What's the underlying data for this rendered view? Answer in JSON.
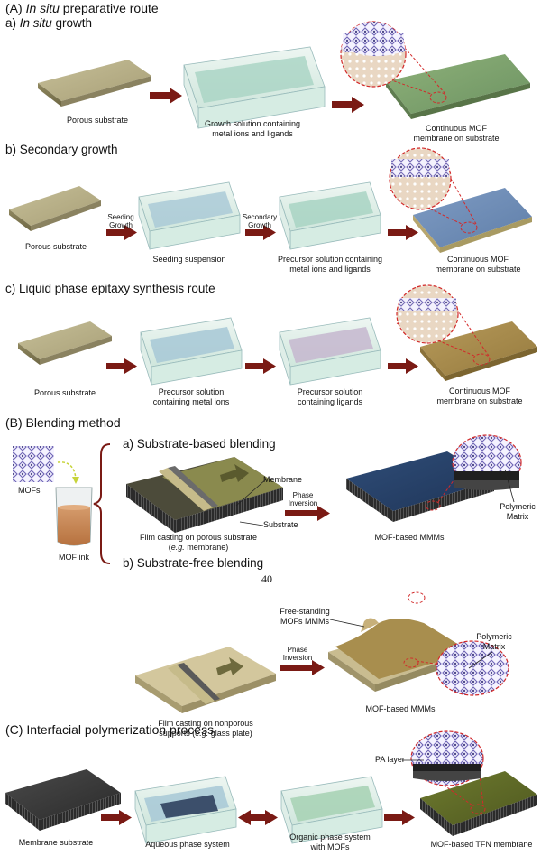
{
  "sectionA": {
    "title_prefix": "(A) ",
    "title_italic": "In situ",
    "title_rest": " preparative route",
    "a": {
      "title_prefix": "a) ",
      "title_italic": "In situ",
      "title_rest": " growth",
      "labels": [
        "Porous substrate",
        "Growth solution containing",
        "metal ions and ligands",
        "Continuous MOF",
        "membrane on substrate"
      ]
    },
    "b": {
      "title": "b) Secondary growth",
      "labels": [
        "Porous substrate",
        "Seeding suspension",
        "Precursor solution containing",
        "metal ions and ligands",
        "Continuous MOF",
        "membrane on substrate"
      ],
      "arrow1_l1": "Seeding",
      "arrow1_l2": "Growth",
      "arrow2_l1": "Secondary",
      "arrow2_l2": "Growth"
    },
    "c": {
      "title": "c) Liquid phase epitaxy synthesis route",
      "labels": [
        "Porous substrate",
        "Precursor solution",
        "containing metal ions",
        "Precursor solution",
        "containing ligands",
        "Continuous MOF",
        "membrane on substrate"
      ]
    }
  },
  "sectionB": {
    "title": "(B) Blending method",
    "mofs": "MOFs",
    "mof_ink": "MOF ink",
    "a_title": "a) Substrate-based blending",
    "b_title": "b) Substrate-free blending",
    "membrane": "Membrane",
    "substrate": "Substrate",
    "phase": "Phase",
    "inversion": "Inversion",
    "film1_l1": "Film casting on porous substrate",
    "film1_l2_open": "(",
    "film1_l2_italic": "e.g.",
    "film1_l2_rest": " membrane)",
    "mmm1": "MOF-based MMMs",
    "polymeric": "Polymeric",
    "matrix": "Matrix",
    "page_number": "40",
    "free_l1": "Free-standing",
    "free_l2": "MOFs MMMs",
    "film2_l1": "Film casting on nonporous",
    "film2_l2_open": "supports (",
    "film2_l2_italic": "e.g.",
    "film2_l2_rest": " glass plate)",
    "mmm2": "MOF-based MMMs"
  },
  "sectionC": {
    "title": "(C) Interfacial polymerization process",
    "pa_layer": "PA layer",
    "labels": [
      "Membrane substrate",
      "Aqueous phase system",
      "Organic phase system",
      "with MOFs",
      "MOF-based TFN membrane"
    ]
  },
  "colors": {
    "arrow": "#7a1a14",
    "substrate": "#b9b28a",
    "water": "#bfe3d6",
    "dashed": "#d22a2a"
  }
}
